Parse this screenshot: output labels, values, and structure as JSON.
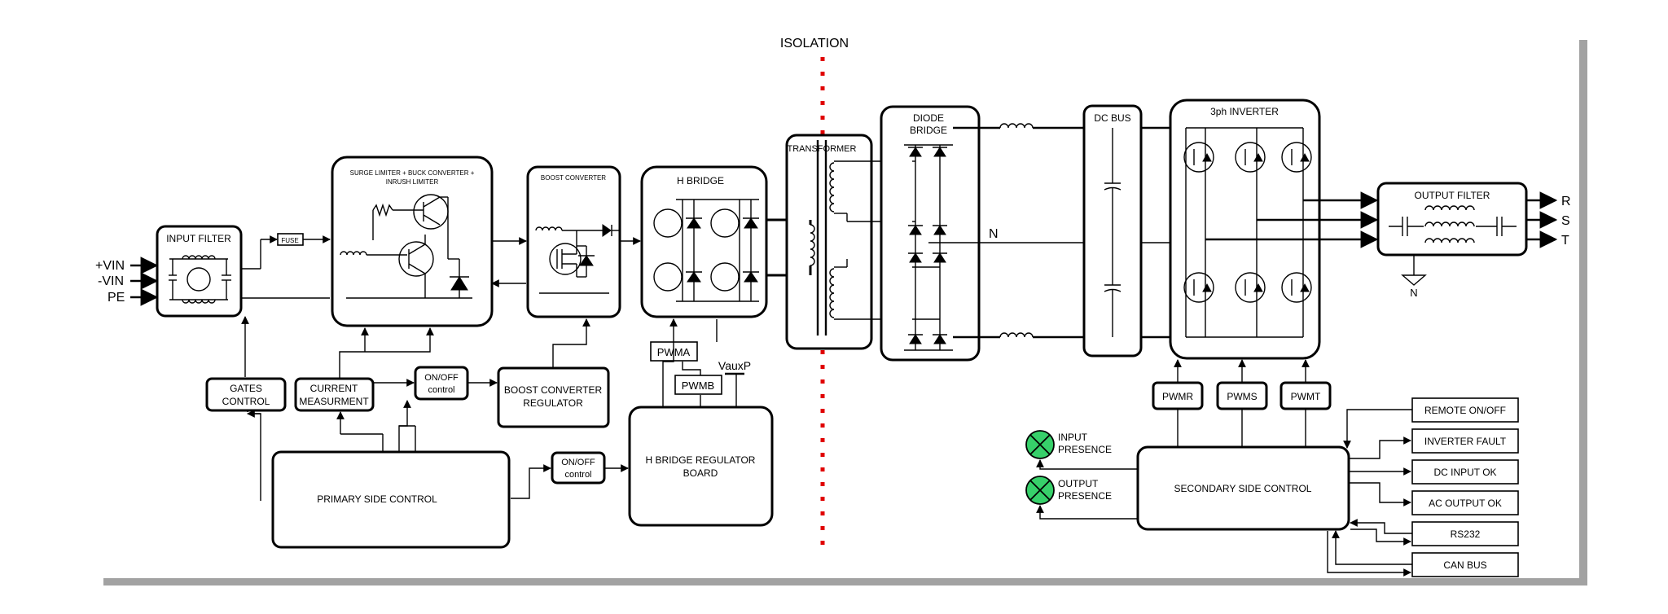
{
  "isolation_label": "ISOLATION",
  "inputs": {
    "vin_pos": "+VIN",
    "vin_neg": "-VIN",
    "pe": "PE"
  },
  "blocks": {
    "input_filter": "INPUT FILTER",
    "fuse": "FUSE",
    "surge_line1": "SURGE LIMITER + BUCK CONVERTER +",
    "surge_line2": "INRUSH LIMITER",
    "boost_converter": "BOOST CONVERTER",
    "h_bridge": "H BRIDGE",
    "transformer": "TRANSFORMER",
    "diode_line1": "DIODE",
    "diode_line2": "BRIDGE",
    "dc_bus": "DC BUS",
    "inverter": "3ph INVERTER",
    "output_filter": "OUTPUT FILTER"
  },
  "outputs": {
    "r": "R",
    "s": "S",
    "t": "T",
    "neutral": "N",
    "neutral_gnd": "N"
  },
  "control": {
    "gates_line1": "GATES",
    "gates_line2": "CONTROL",
    "current_line1": "CURRENT",
    "current_line2": "MEASURMENT",
    "onoff_line1": "ON/OFF",
    "onoff_line2": "control",
    "boost_reg_line1": "BOOST CONVERTER",
    "boost_reg_line2": "REGULATOR",
    "primary": "PRIMARY SIDE CONTROL",
    "onoff2_line1": "ON/OFF",
    "onoff2_line2": "control",
    "hbridge_reg_line1": "H BRIDGE REGULATOR",
    "hbridge_reg_line2": "BOARD",
    "pwma": "PWMA",
    "pwmb": "PWMB",
    "vauxp": "VauxP",
    "pwmr": "PWMR",
    "pwms": "PWMS",
    "pwmt": "PWMT",
    "secondary": "SECONDARY  SIDE CONTROL",
    "input_presence_line1": "INPUT",
    "input_presence_line2": "PRESENCE",
    "output_presence_line1": "OUTPUT",
    "output_presence_line2": "PRESENCE"
  },
  "status_boxes": [
    "REMOTE ON/OFF",
    "INVERTER FAULT",
    "DC INPUT OK",
    "AC OUTPUT OK",
    "RS232",
    "CAN BUS"
  ],
  "colors": {
    "isolation": "#e00000",
    "indicator": "#37d06a",
    "frame_shadow": "#444444"
  }
}
